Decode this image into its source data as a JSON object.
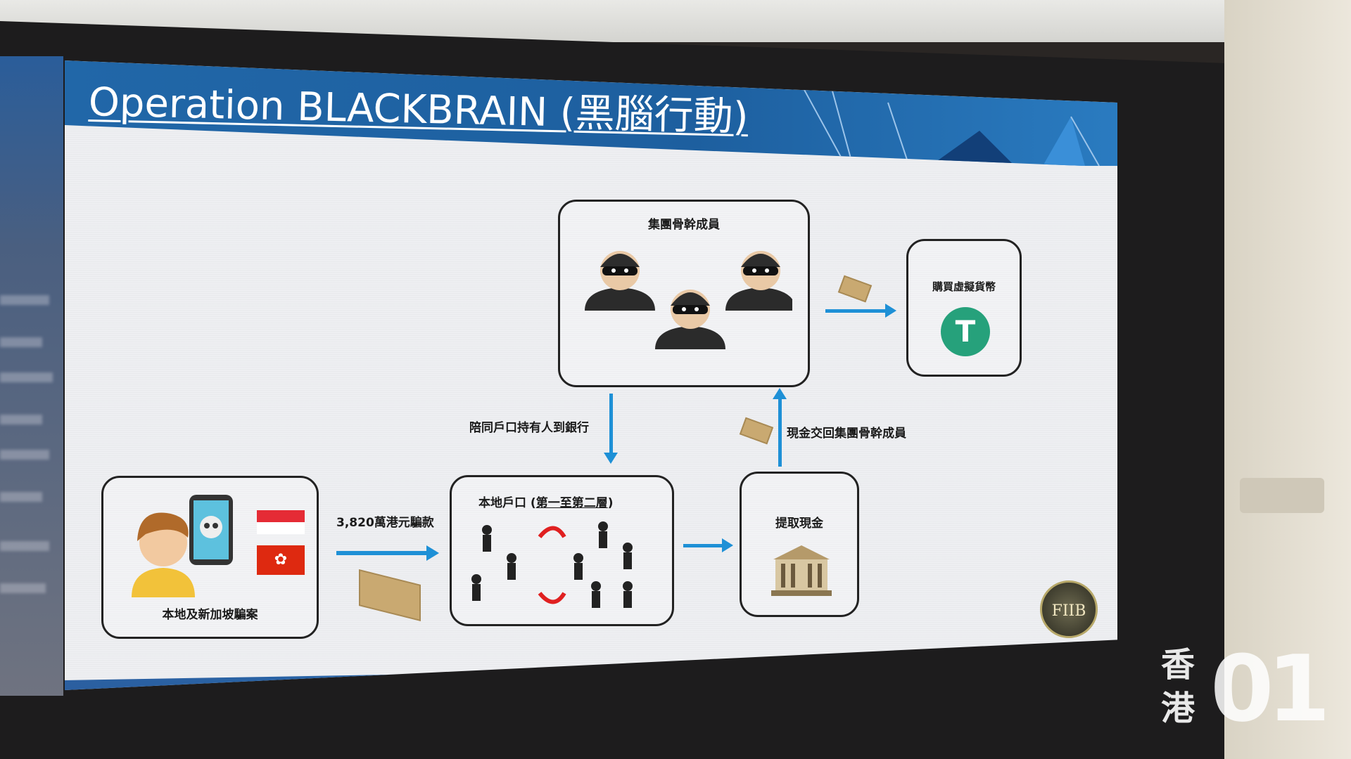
{
  "slide": {
    "title": "Operation BLACKBRAIN (黑腦行動)",
    "core_members": {
      "label": "集團骨幹成員"
    },
    "crypto": {
      "label": "購買虛擬貨幣",
      "icon": "tether-icon",
      "symbol": "T",
      "color": "#26a17b"
    },
    "escort_label": "陪同戶口持有人到銀行",
    "return_cash_label": "現金交回集團骨幹成員",
    "victims": {
      "label": "本地及新加坡騙案"
    },
    "fraud_amount_label": "3,820萬港元騙款",
    "accounts": {
      "label_prefix": "本地戶口 (",
      "label_underlined": "第一至第二層",
      "label_suffix": ")"
    },
    "withdraw": {
      "label": "提取現金"
    },
    "arrow_color": "#1e90d6",
    "logo": "FIIB"
  },
  "watermark": {
    "line1": "香",
    "line2": "港",
    "mark": "01"
  }
}
